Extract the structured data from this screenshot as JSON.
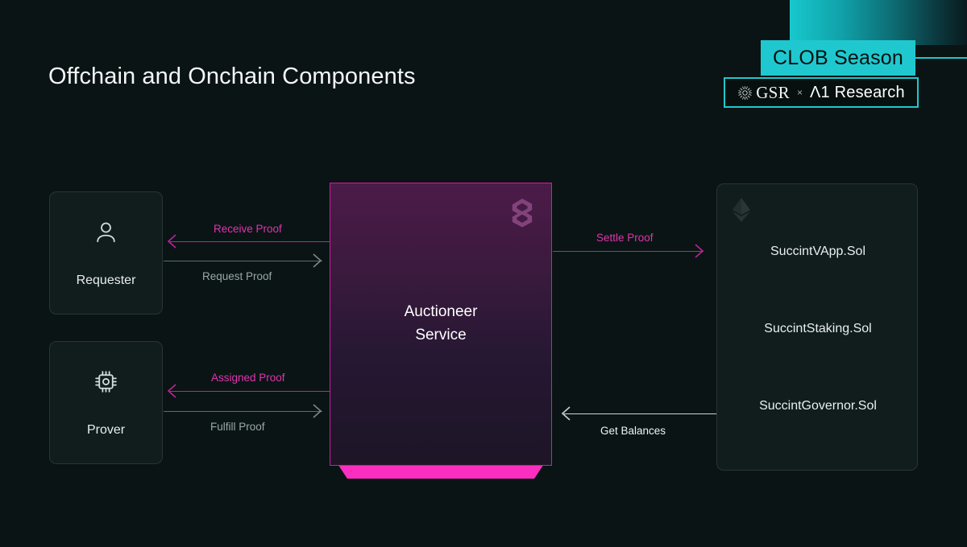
{
  "page": {
    "title": "Offchain and Onchain Components",
    "background_color": "#0a1414"
  },
  "badge": {
    "banner_text": "CLOB Season",
    "banner_color": "#1fc8cf",
    "partner_left": "GSR",
    "partner_separator": "×",
    "partner_right": "Λ1 Research",
    "gsr_icon": "sunburst-icon"
  },
  "diagram": {
    "type": "flow-diagram",
    "offchain_nodes": [
      {
        "id": "requester",
        "label": "Requester",
        "icon": "user-icon"
      },
      {
        "id": "prover",
        "label": "Prover",
        "icon": "cpu-chip-icon"
      }
    ],
    "center": {
      "label_line1": "Auctioneer",
      "label_line2": "Service",
      "logo": "succinct-logo",
      "border_color": "#d11ba4",
      "glow_color": "#fa2ec0"
    },
    "onchain_panel": {
      "icon": "ethereum-icon",
      "contracts": [
        "SuccintVApp.Sol",
        "SuccintStaking.Sol",
        "SuccintGovernor.Sol"
      ]
    },
    "connections": [
      {
        "id": "receive-proof",
        "label": "Receive Proof",
        "color": "#e033b0",
        "direction": "left"
      },
      {
        "id": "request-proof",
        "label": "Request Proof",
        "color": "#9aa8a8",
        "direction": "right"
      },
      {
        "id": "assigned-proof",
        "label": "Assigned Proof",
        "color": "#e033b0",
        "direction": "left"
      },
      {
        "id": "fulfill-proof",
        "label": "Fulfill Proof",
        "color": "#9aa8a8",
        "direction": "right"
      },
      {
        "id": "settle-proof",
        "label": "Settle Proof",
        "color": "#e033b0",
        "direction": "right"
      },
      {
        "id": "get-balances",
        "label": "Get Balances",
        "color": "#eef4f4",
        "direction": "left"
      }
    ]
  }
}
